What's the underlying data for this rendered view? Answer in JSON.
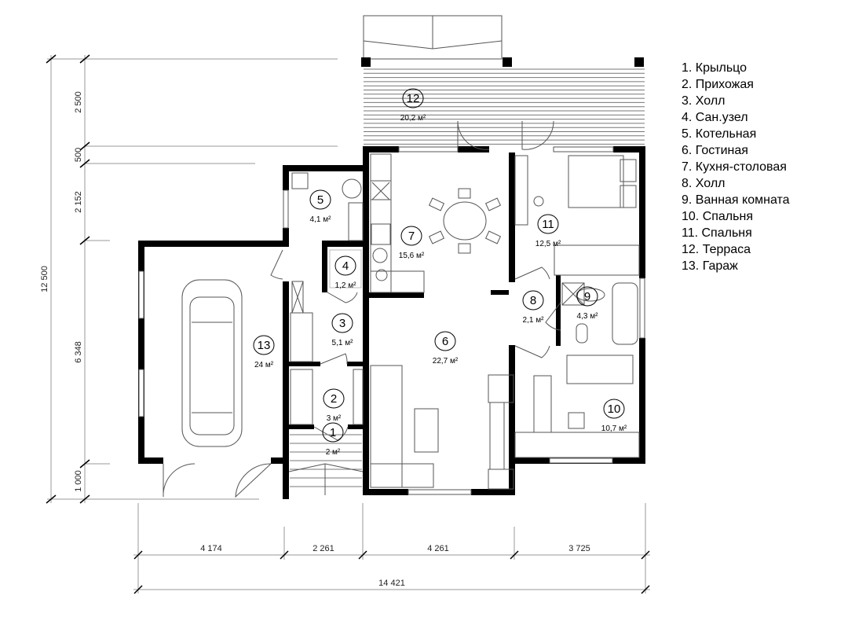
{
  "legend": [
    "1. Крыльцо",
    "2. Прихожая",
    "3. Холл",
    "4. Сан.узел",
    "5. Котельная",
    "6. Гостиная",
    "7. Кухня-столовая",
    "8. Холл",
    "9. Ванная комната",
    "10. Спальня",
    "11. Спальня",
    "12. Терраса",
    "13. Гараж"
  ],
  "rooms": [
    {
      "num": "1",
      "area": "2 м²"
    },
    {
      "num": "2",
      "area": "3 м²"
    },
    {
      "num": "3",
      "area": "5,1 м²"
    },
    {
      "num": "4",
      "area": "1,2 м²"
    },
    {
      "num": "5",
      "area": "4,1 м²"
    },
    {
      "num": "6",
      "area": "22,7 м²"
    },
    {
      "num": "7",
      "area": "15,6 м²"
    },
    {
      "num": "8",
      "area": "2,1 м²"
    },
    {
      "num": "9",
      "area": "4,3 м²"
    },
    {
      "num": "10",
      "area": "10,7 м²"
    },
    {
      "num": "11",
      "area": "12,5 м²"
    },
    {
      "num": "12",
      "area": "20,2 м²"
    },
    {
      "num": "13",
      "area": "24 м²"
    }
  ],
  "dimensions": {
    "vertical_total": "12 500",
    "vertical": [
      "2 500",
      "500",
      "2 152",
      "6 348",
      "1 000"
    ],
    "horizontal": [
      "4 174",
      "2 261",
      "4 261",
      "3 725"
    ],
    "horizontal_total": "14 421"
  }
}
